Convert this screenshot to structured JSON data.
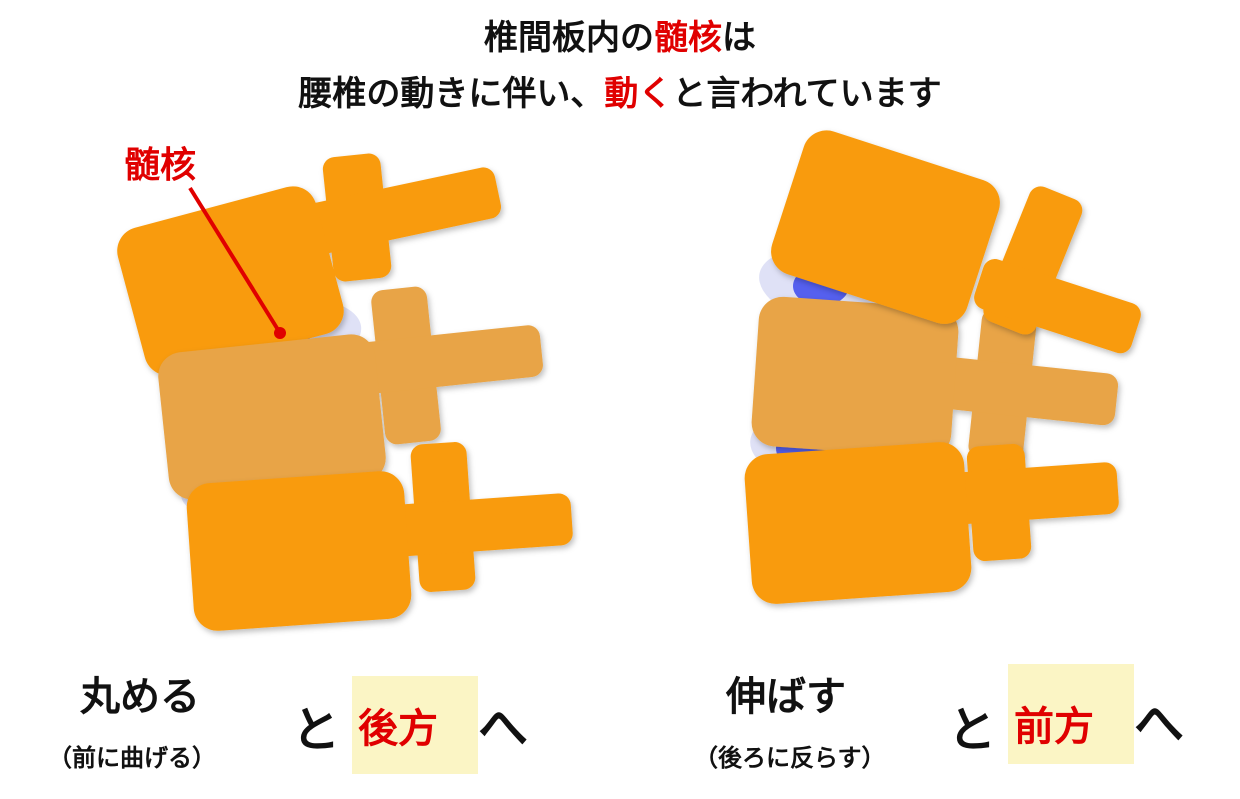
{
  "title": {
    "line1_prefix": "椎間板内の",
    "line1_highlight": "髄核",
    "line1_suffix": "は",
    "line2_prefix": "腰椎の動きに伴い、",
    "line2_highlight": "動く",
    "line2_suffix": "と言われています"
  },
  "callout_label": "髄核",
  "left_panel": {
    "action": "丸める",
    "action_note": "（前に曲げる）",
    "connector": "と",
    "direction": "後方",
    "suffix": "へ"
  },
  "right_panel": {
    "action": "伸ばす",
    "action_note": "（後ろに反らす）",
    "connector": "と",
    "direction": "前方",
    "suffix": "へ"
  },
  "colors": {
    "vertebra": "#f99b0f",
    "vertebra_mid": "#e8a446",
    "disc": "#d9dcf4",
    "nucleus": "#5560ef",
    "accent_red": "#e00000",
    "highlight": "#fbf5c5"
  }
}
